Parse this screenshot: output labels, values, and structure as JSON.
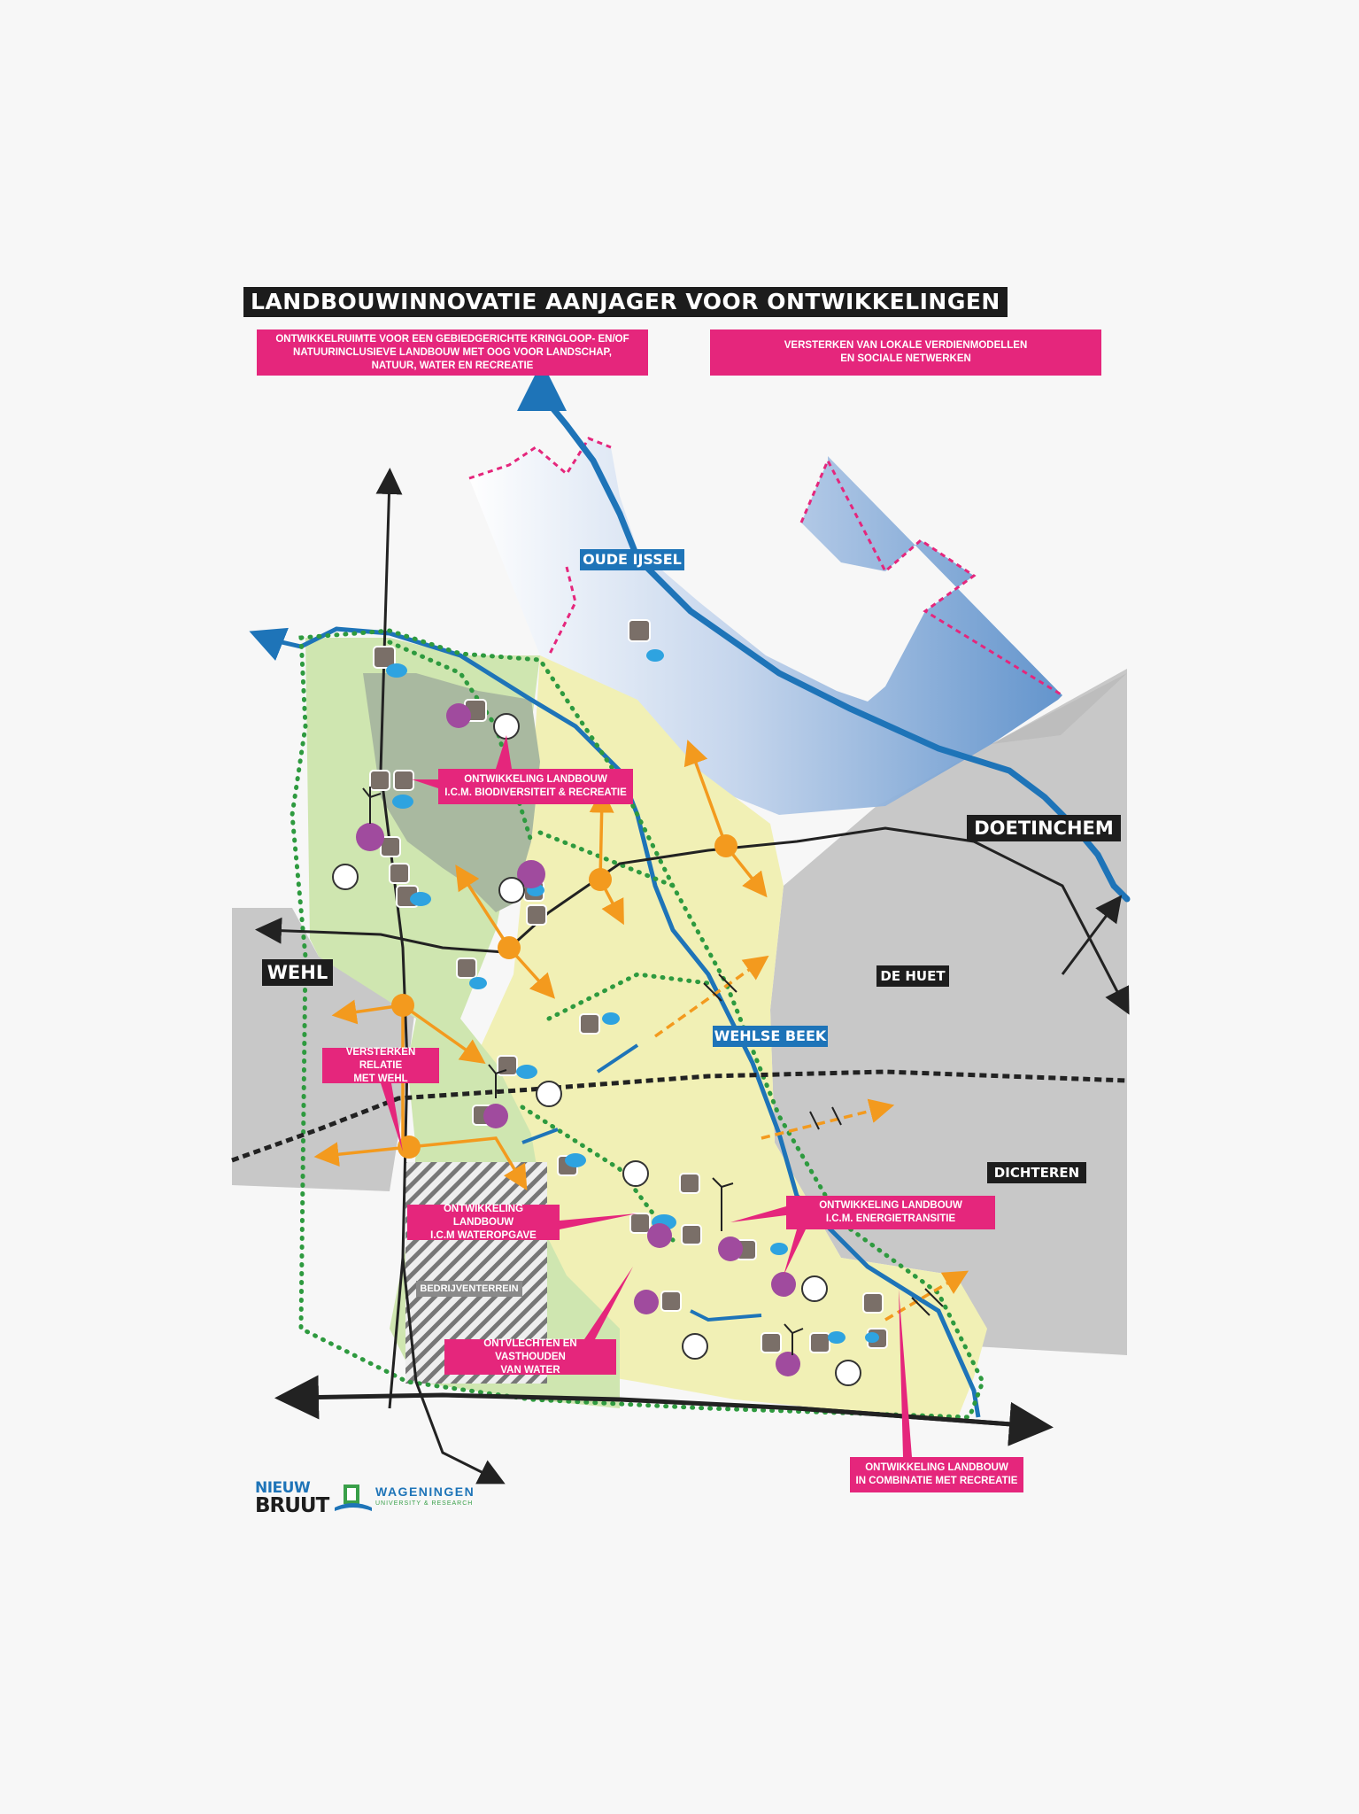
{
  "title": "LANDBOUWINNOVATIE AANJAGER VOOR ONTWIKKELINGEN",
  "header_boxes": [
    {
      "text": "ONTWIKKELRUIMTE VOOR EEN GEBIEDGERICHTE KRINGLOOP- EN/OF\nNATUURINCLUSIEVE LANDBOUW MET OOG VOOR LANDSCHAP,\nNATUUR, WATER EN RECREATIE"
    },
    {
      "text": "VERSTERKEN VAN LOKALE VERDIENMODELLEN\nEN SOCIALE NETWERKEN"
    }
  ],
  "places": {
    "wehl": "WEHL",
    "doetinchem": "DOETINCHEM",
    "de_huet": "DE HUET",
    "dichteren": "DICHTEREN"
  },
  "water": {
    "oude_ijssel": "OUDE IJSSEL",
    "wehlse_beek": "WEHLSE BEEK"
  },
  "bedrijventerrein": "BEDRIJVENTERREIN",
  "callouts": {
    "biodiversiteit": "ONTWIKKELING LANDBOUW\nI.C.M. BIODIVERSITEIT & RECREATIE",
    "relatie_wehl": "VERSTERKEN RELATIE\nMET WEHL",
    "wateropgave": "ONTWIKKELING LANDBOUW\nI.C.M  WATEROPGAVE",
    "energietransitie": "ONTWIKKELING LANDBOUW\nI.C.M. ENERGIETRANSITIE",
    "water": "ONTVLECHTEN EN VASTHOUDEN\nVAN WATER",
    "recreatie": "ONTWIKKELING LANDBOUW\nIN COMBINATIE MET RECREATIE"
  },
  "logos": {
    "nieuw": "NIEUW",
    "bruut": "BRUUT",
    "wur_name": "WAGENINGEN",
    "wur_sub": "UNIVERSITY & RESEARCH"
  },
  "colors": {
    "magenta": "#e5267c",
    "river_blue": "#1e74b8",
    "light_yellow": "#f1f0b5",
    "light_green": "#cfe6b0",
    "dark_green_zone": "#a9b9a0",
    "urban_gray": "#c8c8c8",
    "dotted_green": "#2e9a3f",
    "orange": "#f39a1e",
    "purple": "#a04b9e"
  }
}
